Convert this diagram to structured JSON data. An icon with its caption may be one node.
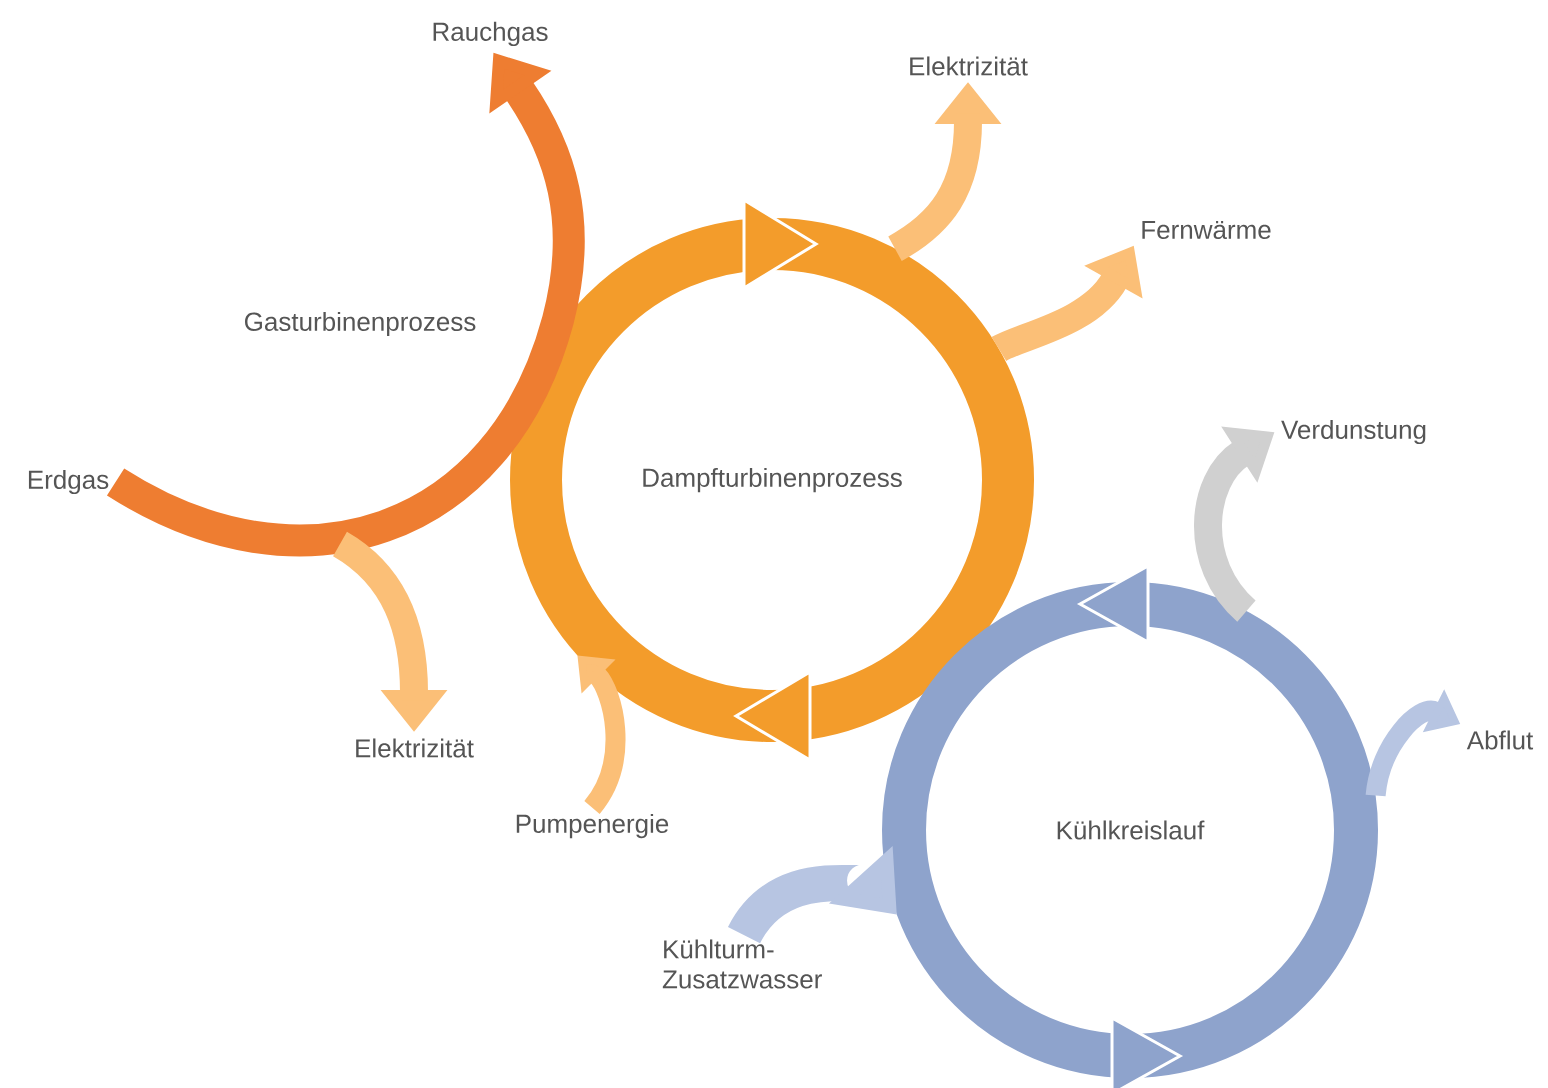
{
  "diagram": {
    "nodes": [
      {
        "text": [
          "Rauchgas"
        ]
      },
      {
        "text": [
          "Erdgas"
        ]
      },
      {
        "text": [
          "Elektrizität"
        ]
      },
      {
        "text": [
          "Fernwärme"
        ]
      },
      {
        "text": [
          "Dampfturbinenprozess"
        ]
      },
      {
        "text": [
          "Verdunstung"
        ]
      },
      {
        "text": [
          "Kühlkreislauf"
        ]
      },
      {
        "text": [
          "Abflut"
        ]
      },
      {
        "text": [
          "Elektrizität"
        ]
      },
      {
        "text": [
          "Pumpenergie"
        ]
      },
      {
        "text": [
          "Kühlturm- Zusatzwasser"
        ]
      }
    ],
    "edges": [
      {
        "from": 1,
        "to": 0,
        "arrow": "to",
        "label": "Gasturbinenprozess",
        "color": "#ee7d31"
      },
      {
        "from": 4,
        "to": 2,
        "arrow": "to"
      },
      {
        "from": 4,
        "to": 3,
        "arrow": "to"
      },
      {
        "from": null,
        "to": 8,
        "arrow": "to"
      },
      {
        "from": 9,
        "to": 4,
        "arrow": "to"
      },
      {
        "from": 6,
        "to": 5,
        "arrow": "to",
        "color": "#d0d0d0"
      },
      {
        "from": 6,
        "to": 7,
        "arrow": "to",
        "color": "#b7c5e2"
      },
      {
        "from": 10,
        "to": 6,
        "arrow": "to",
        "color": "#b7c5e2"
      }
    ]
  }
}
